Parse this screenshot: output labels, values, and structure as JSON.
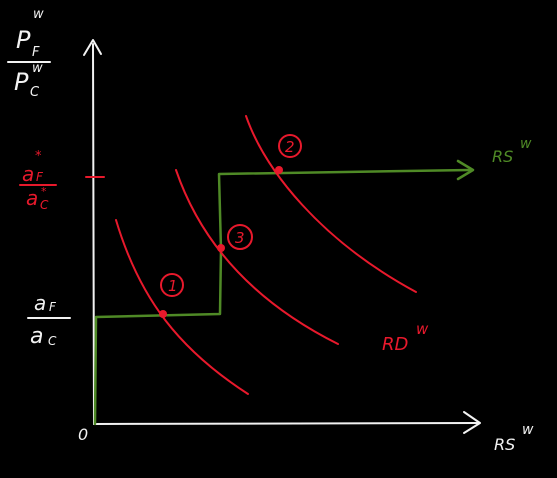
{
  "colors": {
    "background": "#000000",
    "axis": "#f2f2f2",
    "demand": "#e8192c",
    "supply": "#4f8a26"
  },
  "y_axis_label": {
    "numerator": "P_F^W",
    "denominator": "P_C^W",
    "num_main": "P",
    "num_sub": "F",
    "num_sup": "w",
    "den_main": "P",
    "den_sub": "C",
    "den_sup": "w"
  },
  "x_axis_label": {
    "main": "RS",
    "sup": "w"
  },
  "origin_label": "0",
  "tick_labels": {
    "foreign": {
      "num": "a",
      "num_sub": "F",
      "num_star": "*",
      "den": "a",
      "den_sub": "C",
      "den_star": "*"
    },
    "home": {
      "num": "a",
      "num_sub": "F",
      "den": "a",
      "den_sub": "C"
    }
  },
  "curve_labels": {
    "supply": {
      "main": "RS",
      "sup": "w"
    },
    "demand": {
      "main": "RD",
      "sup": "w"
    }
  },
  "points": [
    {
      "label": "1"
    },
    {
      "label": "2"
    },
    {
      "label": "3"
    }
  ]
}
